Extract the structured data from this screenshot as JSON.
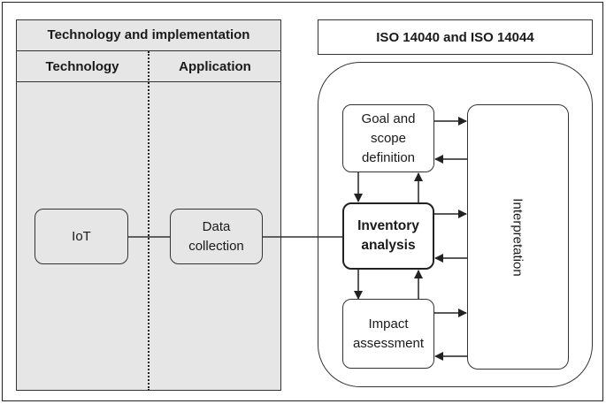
{
  "left_panel": {
    "title": "Technology and implementation",
    "col_technology": "Technology",
    "col_application": "Application",
    "iot": "IoT",
    "data_collection": "Data\ncollection"
  },
  "iso": {
    "title": "ISO 14040 and  ISO 14044",
    "goal_scope": "Goal and\nscope\ndefinition",
    "inventory": "Inventory\nanalysis",
    "impact": "Impact\nassessment",
    "interpretation": "Interpretation"
  },
  "colors": {
    "panel_fill": "#e6e6e6",
    "line": "#333333"
  }
}
